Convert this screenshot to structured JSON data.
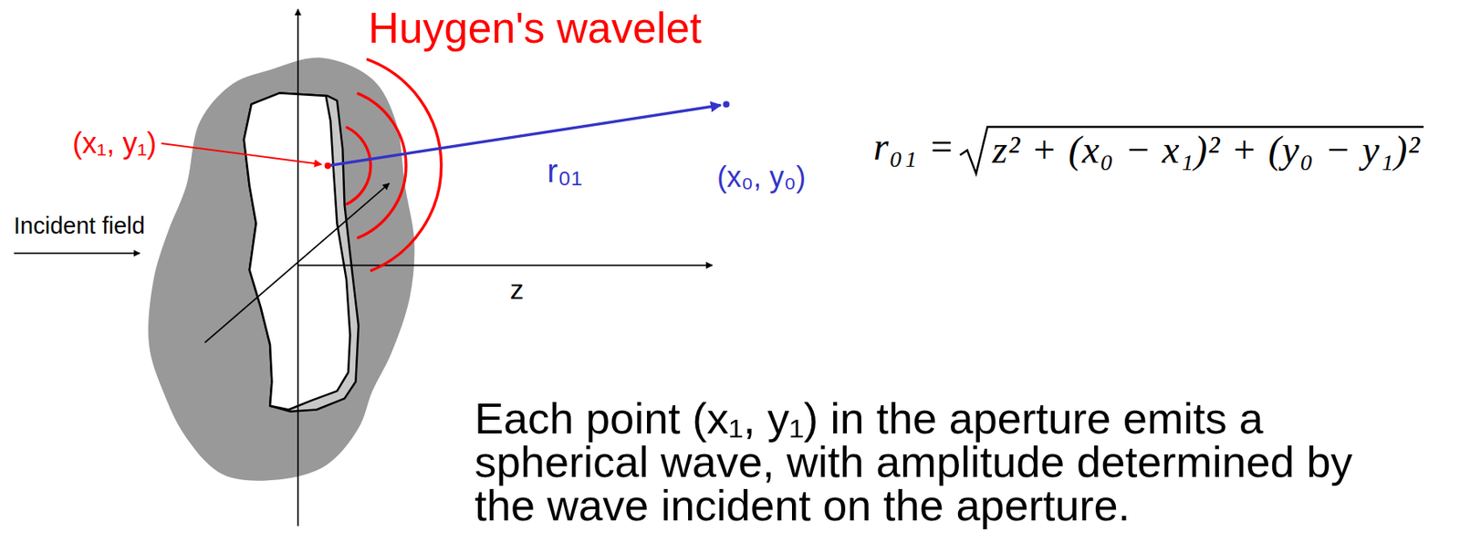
{
  "diagram": {
    "labels": [
      "Huygen's wavelet",
      "(x₁, y₁)",
      "(x₀, y₀)",
      "r₀₁",
      "Incident field",
      "z",
      "r₀₁ =",
      "z² + (x₀ − x₁)² + (y₀ − y₁)²",
      "Each point (x₁, y₁) in the aperture emits a spherical wave, with amplitude determined by the wave incident on the aperture."
    ]
  }
}
